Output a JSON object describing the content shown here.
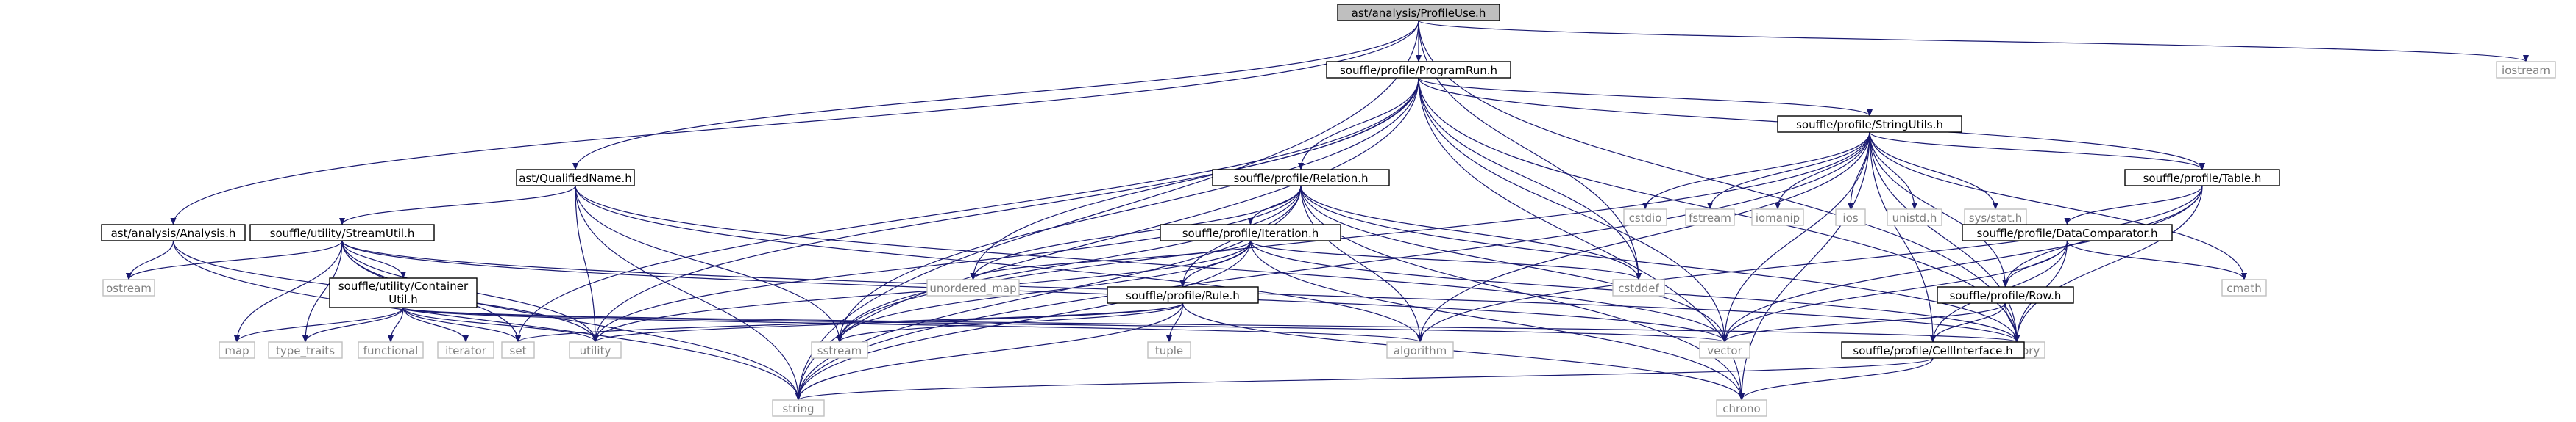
{
  "colors": {
    "root_fill": "#bfbfbf",
    "node_fill": "#ffffff",
    "node_stroke": "#000000",
    "system_stroke": "#bfbfbf",
    "system_text": "#7f7f7f",
    "edge": "#191970"
  },
  "nodes": {
    "root": {
      "label": "ast/analysis/ProfileUse.h",
      "kind": "root"
    },
    "programrun": {
      "label": "souffle/profile/ProgramRun.h",
      "kind": "local"
    },
    "iostream": {
      "label": "iostream",
      "kind": "system"
    },
    "stringutils": {
      "label": "souffle/profile/StringUtils.h",
      "kind": "local"
    },
    "qualifiedname": {
      "label": "ast/QualifiedName.h",
      "kind": "local"
    },
    "relation": {
      "label": "souffle/profile/Relation.h",
      "kind": "local"
    },
    "table": {
      "label": "souffle/profile/Table.h",
      "kind": "local"
    },
    "cstdio": {
      "label": "cstdio",
      "kind": "system"
    },
    "fstream": {
      "label": "fstream",
      "kind": "system"
    },
    "iomanip": {
      "label": "iomanip",
      "kind": "system"
    },
    "ios": {
      "label": "ios",
      "kind": "system"
    },
    "unistd": {
      "label": "unistd.h",
      "kind": "system"
    },
    "sysstat": {
      "label": "sys/stat.h",
      "kind": "system"
    },
    "analysis": {
      "label": "ast/analysis/Analysis.h",
      "kind": "local"
    },
    "streamutil": {
      "label": "souffle/utility/StreamUtil.h",
      "kind": "local"
    },
    "iteration": {
      "label": "souffle/profile/Iteration.h",
      "kind": "local"
    },
    "datacomparator": {
      "label": "souffle/profile/DataComparator.h",
      "kind": "local"
    },
    "ostream": {
      "label": "ostream",
      "kind": "system"
    },
    "containerutil": {
      "label": "souffle/utility/Container Util.h",
      "kind": "local"
    },
    "unordered_map": {
      "label": "unordered_map",
      "kind": "system"
    },
    "cstddef": {
      "label": "cstddef",
      "kind": "system"
    },
    "rule": {
      "label": "souffle/profile/Rule.h",
      "kind": "local"
    },
    "row": {
      "label": "souffle/profile/Row.h",
      "kind": "local"
    },
    "cmath": {
      "label": "cmath",
      "kind": "system"
    },
    "map": {
      "label": "map",
      "kind": "system"
    },
    "type_traits": {
      "label": "type_traits",
      "kind": "system"
    },
    "functional": {
      "label": "functional",
      "kind": "system"
    },
    "iterator": {
      "label": "iterator",
      "kind": "system"
    },
    "set": {
      "label": "set",
      "kind": "system"
    },
    "utility": {
      "label": "utility",
      "kind": "system"
    },
    "sstream": {
      "label": "sstream",
      "kind": "system"
    },
    "tuple": {
      "label": "tuple",
      "kind": "system"
    },
    "algorithm": {
      "label": "algorithm",
      "kind": "system"
    },
    "vector": {
      "label": "vector",
      "kind": "system"
    },
    "memory": {
      "label": "memory",
      "kind": "system"
    },
    "cellinterface": {
      "label": "souffle/profile/CellInterface.h",
      "kind": "local"
    },
    "string": {
      "label": "string",
      "kind": "system"
    },
    "chrono": {
      "label": "chrono",
      "kind": "system"
    }
  },
  "edges": [
    [
      "root",
      "programrun"
    ],
    [
      "root",
      "iostream"
    ],
    [
      "root",
      "qualifiedname"
    ],
    [
      "root",
      "analysis"
    ],
    [
      "root",
      "string"
    ],
    [
      "root",
      "memory"
    ],
    [
      "root",
      "cstddef"
    ],
    [
      "programrun",
      "stringutils"
    ],
    [
      "programrun",
      "relation"
    ],
    [
      "programrun",
      "table"
    ],
    [
      "programrun",
      "unordered_map"
    ],
    [
      "programrun",
      "cstddef"
    ],
    [
      "programrun",
      "set"
    ],
    [
      "programrun",
      "utility"
    ],
    [
      "programrun",
      "sstream"
    ],
    [
      "programrun",
      "string"
    ],
    [
      "programrun",
      "memory"
    ],
    [
      "programrun",
      "vector"
    ],
    [
      "programrun",
      "chrono"
    ],
    [
      "stringutils",
      "cstdio"
    ],
    [
      "stringutils",
      "fstream"
    ],
    [
      "stringutils",
      "iomanip"
    ],
    [
      "stringutils",
      "ios"
    ],
    [
      "stringutils",
      "unistd"
    ],
    [
      "stringutils",
      "sysstat"
    ],
    [
      "stringutils",
      "sstream"
    ],
    [
      "stringutils",
      "string"
    ],
    [
      "stringutils",
      "vector"
    ],
    [
      "stringutils",
      "memory"
    ],
    [
      "stringutils",
      "algorithm"
    ],
    [
      "stringutils",
      "cmath"
    ],
    [
      "stringutils",
      "chrono"
    ],
    [
      "stringutils",
      "table"
    ],
    [
      "stringutils",
      "row"
    ],
    [
      "stringutils",
      "cellinterface"
    ],
    [
      "qualifiedname",
      "streamutil"
    ],
    [
      "qualifiedname",
      "utility"
    ],
    [
      "qualifiedname",
      "sstream"
    ],
    [
      "qualifiedname",
      "string"
    ],
    [
      "qualifiedname",
      "vector"
    ],
    [
      "qualifiedname",
      "algorithm"
    ],
    [
      "relation",
      "iteration"
    ],
    [
      "relation",
      "rule"
    ],
    [
      "relation",
      "unordered_map"
    ],
    [
      "relation",
      "cstddef"
    ],
    [
      "relation",
      "utility"
    ],
    [
      "relation",
      "sstream"
    ],
    [
      "relation",
      "string"
    ],
    [
      "relation",
      "algorithm"
    ],
    [
      "relation",
      "vector"
    ],
    [
      "relation",
      "memory"
    ],
    [
      "relation",
      "chrono"
    ],
    [
      "table",
      "datacomparator"
    ],
    [
      "table",
      "row"
    ],
    [
      "table",
      "vector"
    ],
    [
      "table",
      "memory"
    ],
    [
      "table",
      "algorithm"
    ],
    [
      "analysis",
      "ostream"
    ],
    [
      "analysis",
      "string"
    ],
    [
      "analysis",
      "utility"
    ],
    [
      "streamutil",
      "containerutil"
    ],
    [
      "streamutil",
      "ostream"
    ],
    [
      "streamutil",
      "map"
    ],
    [
      "streamutil",
      "type_traits"
    ],
    [
      "streamutil",
      "set"
    ],
    [
      "streamutil",
      "utility"
    ],
    [
      "streamutil",
      "vector"
    ],
    [
      "streamutil",
      "memory"
    ],
    [
      "streamutil",
      "string"
    ],
    [
      "iteration",
      "rule"
    ],
    [
      "iteration",
      "unordered_map"
    ],
    [
      "iteration",
      "cstddef"
    ],
    [
      "iteration",
      "utility"
    ],
    [
      "iteration",
      "sstream"
    ],
    [
      "iteration",
      "string"
    ],
    [
      "iteration",
      "chrono"
    ],
    [
      "iteration",
      "memory"
    ],
    [
      "datacomparator",
      "row"
    ],
    [
      "datacomparator",
      "cmath"
    ],
    [
      "datacomparator",
      "vector"
    ],
    [
      "datacomparator",
      "memory"
    ],
    [
      "datacomparator",
      "cellinterface"
    ],
    [
      "containerutil",
      "map"
    ],
    [
      "containerutil",
      "type_traits"
    ],
    [
      "containerutil",
      "functional"
    ],
    [
      "containerutil",
      "iterator"
    ],
    [
      "containerutil",
      "set"
    ],
    [
      "containerutil",
      "utility"
    ],
    [
      "containerutil",
      "vector"
    ],
    [
      "containerutil",
      "memory"
    ],
    [
      "containerutil",
      "algorithm"
    ],
    [
      "rule",
      "tuple"
    ],
    [
      "rule",
      "sstream"
    ],
    [
      "rule",
      "string"
    ],
    [
      "rule",
      "utility"
    ],
    [
      "rule",
      "set"
    ],
    [
      "rule",
      "chrono"
    ],
    [
      "row",
      "cellinterface"
    ],
    [
      "row",
      "vector"
    ],
    [
      "row",
      "memory"
    ],
    [
      "cellinterface",
      "string"
    ],
    [
      "cellinterface",
      "chrono"
    ]
  ]
}
